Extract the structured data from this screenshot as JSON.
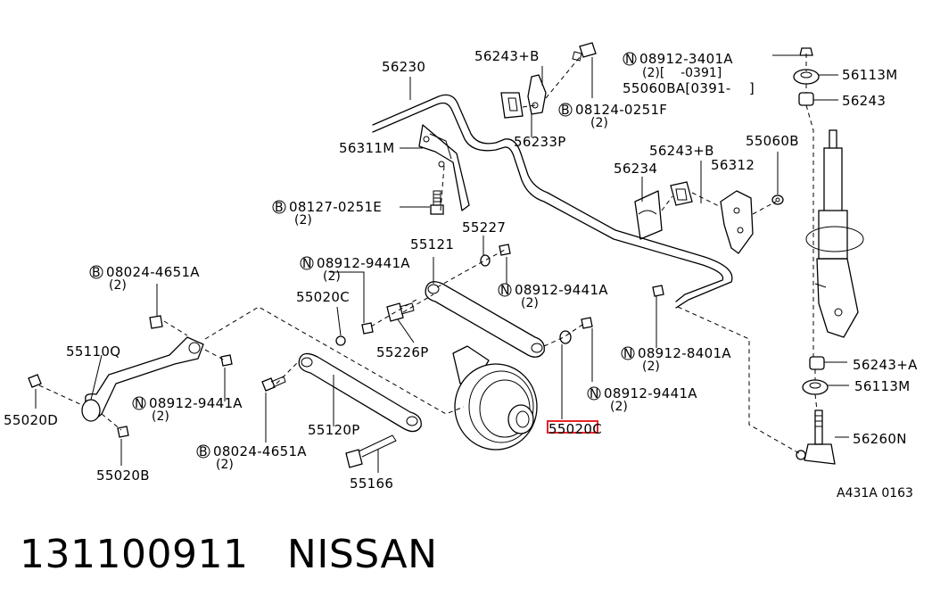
{
  "labels": {
    "p56230": "56230",
    "p56243b_top": "56243+B",
    "p08912_3401a": "08912-3401A",
    "p08912_3401a_qty": "(2)[    -0391]",
    "p55060ba": "55060BA[0391-    ]",
    "p56113m_top": "56113M",
    "p56243_top": "56243",
    "p08124_0251f": "08124-0251F",
    "p08124_0251f_qty": "(2)",
    "p56311m": "56311M",
    "p56233p": "56233P",
    "p56243b_mid": "56243+B",
    "p55060b": "55060B",
    "p56234": "56234",
    "p56312": "56312",
    "p08127_0251e": "08127-0251E",
    "p08127_0251e_qty": "(2)",
    "p55227": "55227",
    "p55121": "55121",
    "p08912_9441a_1": "08912-9441A",
    "p08912_9441a_1_qty": "(2)",
    "p08024_4651a_1": "08024-4651A",
    "p08024_4651a_1_qty": "(2)",
    "p08912_9441a_2": "08912-9441A",
    "p08912_9441a_2_qty": "(2)",
    "p55020c_1": "55020C",
    "p55110q": "55110Q",
    "p55226p": "55226P",
    "p08912_8401a": "08912-8401A",
    "p08912_8401a_qty": "(2)",
    "p56243a": "56243+A",
    "p56113m_low": "56113M",
    "p08912_9441a_3": "08912-9441A",
    "p08912_9441a_3_qty": "(2)",
    "p08912_9441a_4": "08912-9441A",
    "p08912_9441a_4_qty": "(2)",
    "p55020d": "55020D",
    "p55020c_2": "55020C",
    "p55120p": "55120P",
    "p56260n": "56260N",
    "p08024_4651a_2": "08024-4651A",
    "p08024_4651a_2_qty": "(2)",
    "p55020b": "55020B",
    "p55166": "55166",
    "drawing_code": "A431A 0163"
  },
  "prefix": {
    "n": "N",
    "b": "B"
  },
  "footer": {
    "part_number": "131100911",
    "brand": "NISSAN"
  },
  "highlight_color": "#e8232a"
}
